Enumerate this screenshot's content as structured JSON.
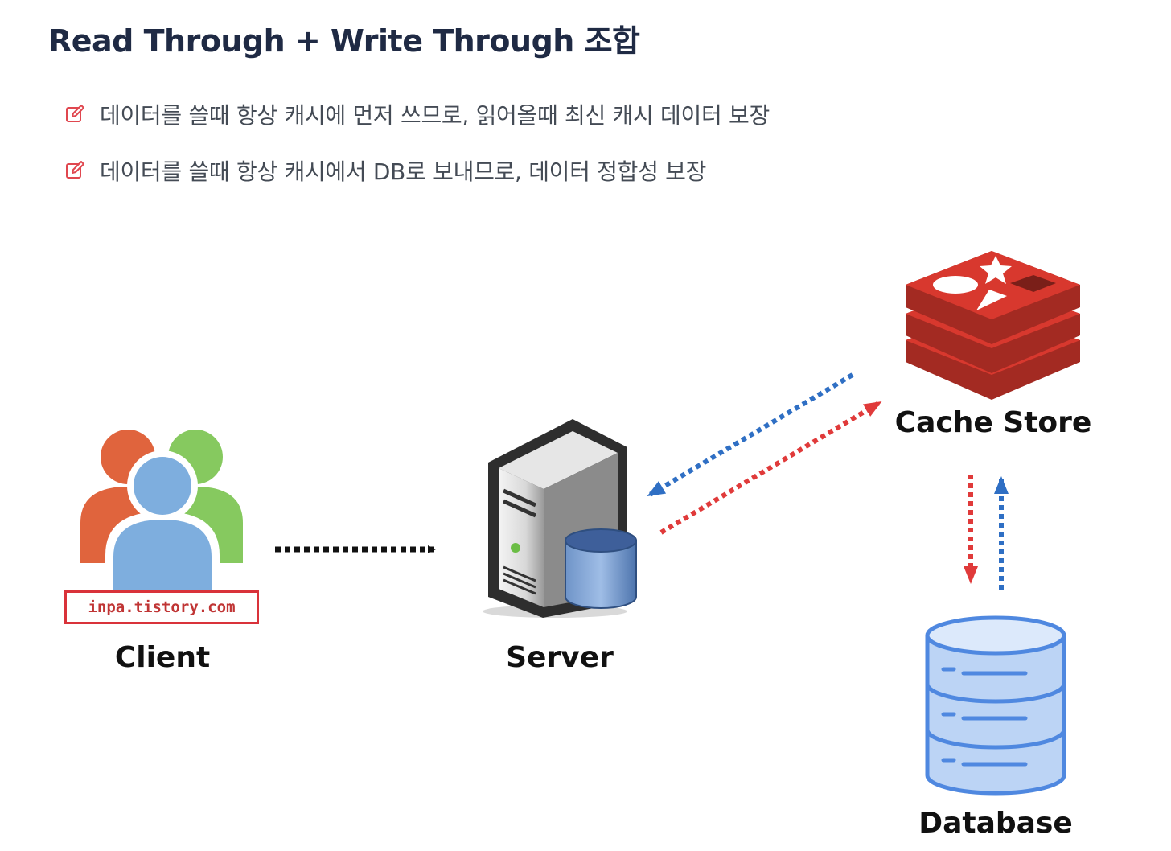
{
  "title": "Read Through + Write Through 조합",
  "bullets": [
    {
      "icon": "edit-icon",
      "text": "데이터를 쓸때 항상 캐시에 먼저 쓰므로, 읽어올때 최신 캐시 데이터 보장"
    },
    {
      "icon": "edit-icon",
      "text": "데이터를 쓸때 항상 캐시에서 DB로 보내므로, 데이터 정합성 보장"
    }
  ],
  "diagram": {
    "client": {
      "label": "Client",
      "watermark": "inpa.tistory.com",
      "icon": "users-group-icon"
    },
    "server": {
      "label": "Server",
      "icon": "server-with-database-icon"
    },
    "cache": {
      "label": "Cache Store",
      "icon": "redis-logo-icon"
    },
    "database": {
      "label": "Database",
      "icon": "database-stack-icon"
    },
    "colors": {
      "read_arrow": "#2f6fc4",
      "write_arrow": "#e03a3a",
      "request_arrow": "#111111",
      "accent": "#d9323a"
    }
  }
}
